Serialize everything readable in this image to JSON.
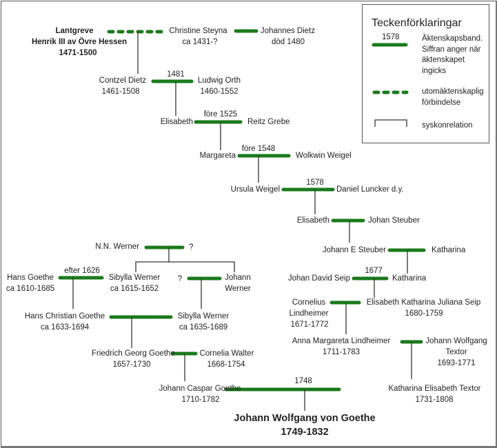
{
  "colors": {
    "marriage_line": "#1a7a1a",
    "sibling_line": "#333333",
    "text": "#222222",
    "border": "#555555"
  },
  "legend": {
    "title": "Teckenförklaringar",
    "items": [
      {
        "symbol": "marriage-line",
        "year": "1578",
        "text": "Äktenskapsband. Siffran anger när äktenskapet ingicks"
      },
      {
        "symbol": "dashed-line",
        "text": "utomäktenskaplig förbindelse"
      },
      {
        "symbol": "sibling-bracket",
        "text": "syskonrelation"
      }
    ]
  },
  "persons": {
    "henrik": {
      "name": "Lantgreve",
      "name2": "Henrik III av Övre Hessen",
      "dates": "1471-1500"
    },
    "christine": {
      "name": "Christine Steyna",
      "dates": "ca 1431-?"
    },
    "johannes_dietz": {
      "name": "Johannes Dietz",
      "dates": "död 1480"
    },
    "contzel": {
      "name": "Contzel Dietz",
      "dates": "1461-1508"
    },
    "ludwig": {
      "name": "Ludwig Orth",
      "dates": "1460-1552"
    },
    "elisabeth1": {
      "name": "Elisabeth"
    },
    "reitz": {
      "name": "Reitz Grebe"
    },
    "margareta": {
      "name": "Margareta"
    },
    "wolkwin": {
      "name": "Wolkwin Weigel"
    },
    "ursula": {
      "name": "Ursula Weigel"
    },
    "daniel": {
      "name": "Daniel Luncker d.y."
    },
    "elisabeth2": {
      "name": "Elisabeth"
    },
    "johan_steuber": {
      "name": "Johan Steuber"
    },
    "johann_e_steuber": {
      "name": "Johann E Steuber"
    },
    "katharina1": {
      "name": "Katharina"
    },
    "johan_david_seip": {
      "name": "Johan David Seip"
    },
    "katharina2": {
      "name": "Katharina"
    },
    "cornelius": {
      "name": "Cornelius",
      "name2": "Lindheimer",
      "dates": "1671-1772"
    },
    "elisabeth_seip": {
      "name": "Elisabeth Katharina Juliana Seip",
      "dates": "1680-1759"
    },
    "anna_margareta": {
      "name": "Anna Margareta Lindheimer",
      "dates": "1711-1783"
    },
    "johann_wolfgang_textor": {
      "name": "Johann Wolfgang",
      "name2": "Textor",
      "dates": "1693-1771"
    },
    "nn_werner": {
      "name": "N.N. Werner"
    },
    "nn_werner_spouse": {
      "name": "?"
    },
    "hans_goethe": {
      "name": "Hans Goethe",
      "dates": "ca 1610-1685"
    },
    "sibylla1": {
      "name": "Sibylla Werner",
      "dates": "ca 1615-1652"
    },
    "johann_werner_spouse": {
      "name": "?"
    },
    "johann_werner": {
      "name": "Johann",
      "name2": "Werner"
    },
    "hans_christian": {
      "name": "Hans Christian Goethe",
      "dates": "ca 1633-1694"
    },
    "sibylla2": {
      "name": "Sibylla Werner",
      "dates": "ca 1635-1689"
    },
    "friedrich": {
      "name": "Friedrich Georg Goethe",
      "dates": "1657-1730"
    },
    "cornelia": {
      "name": "Cornelia Walter",
      "dates": "1668-1754"
    },
    "johann_caspar": {
      "name": "Johann Caspar Goethe",
      "dates": "1710-1782"
    },
    "katharina_textor": {
      "name": "Katharina Elisabeth Textor",
      "dates": "1731-1808"
    },
    "goethe": {
      "name": "Johann Wolfgang von Goethe",
      "dates": "1749-1832"
    }
  },
  "unions": {
    "contzel_ludwig": "1481",
    "elisabeth_reitz": "före 1525",
    "margareta_wolkwin": "före 1548",
    "ursula_daniel": "1578",
    "hans_sibylla": "efter 1626",
    "seip_katharina": "1677",
    "caspar_katharina": "1748"
  }
}
